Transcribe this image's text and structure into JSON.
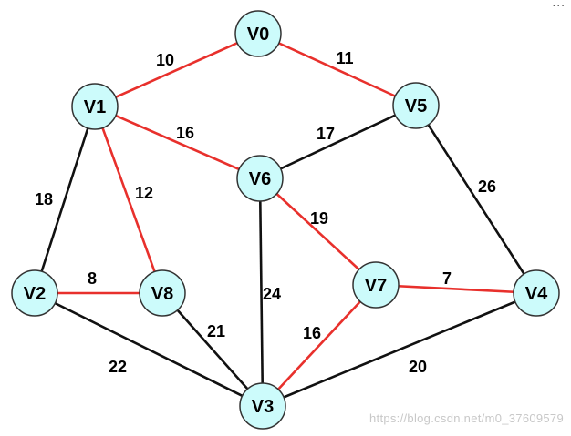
{
  "colors": {
    "node_fill": "#ccfbfb",
    "mst_edge": "#e8302c",
    "other_edge": "#111111"
  },
  "nodes": [
    {
      "id": "V0",
      "label": "V0"
    },
    {
      "id": "V1",
      "label": "V1"
    },
    {
      "id": "V5",
      "label": "V5"
    },
    {
      "id": "V6",
      "label": "V6"
    },
    {
      "id": "V2",
      "label": "V2"
    },
    {
      "id": "V8",
      "label": "V8"
    },
    {
      "id": "V7",
      "label": "V7"
    },
    {
      "id": "V4",
      "label": "V4"
    },
    {
      "id": "V3",
      "label": "V3"
    }
  ],
  "edges": [
    {
      "from": "V0",
      "to": "V1",
      "weight": "10",
      "highlighted": true
    },
    {
      "from": "V0",
      "to": "V5",
      "weight": "11",
      "highlighted": true
    },
    {
      "from": "V1",
      "to": "V6",
      "weight": "16",
      "highlighted": true
    },
    {
      "from": "V5",
      "to": "V6",
      "weight": "17",
      "highlighted": false
    },
    {
      "from": "V1",
      "to": "V2",
      "weight": "18",
      "highlighted": false
    },
    {
      "from": "V1",
      "to": "V8",
      "weight": "12",
      "highlighted": true
    },
    {
      "from": "V5",
      "to": "V4",
      "weight": "26",
      "highlighted": false
    },
    {
      "from": "V6",
      "to": "V7",
      "weight": "19",
      "highlighted": true
    },
    {
      "from": "V6",
      "to": "V3",
      "weight": "24",
      "highlighted": false
    },
    {
      "from": "V2",
      "to": "V8",
      "weight": "8",
      "highlighted": true
    },
    {
      "from": "V7",
      "to": "V4",
      "weight": "7",
      "highlighted": true
    },
    {
      "from": "V8",
      "to": "V3",
      "weight": "21",
      "highlighted": false
    },
    {
      "from": "V7",
      "to": "V3",
      "weight": "16",
      "highlighted": true
    },
    {
      "from": "V2",
      "to": "V3",
      "weight": "22",
      "highlighted": false
    },
    {
      "from": "V4",
      "to": "V3",
      "weight": "20",
      "highlighted": false
    }
  ],
  "watermark": "https://blog.csdn.net/m0_37609579",
  "corner_mark": "..."
}
